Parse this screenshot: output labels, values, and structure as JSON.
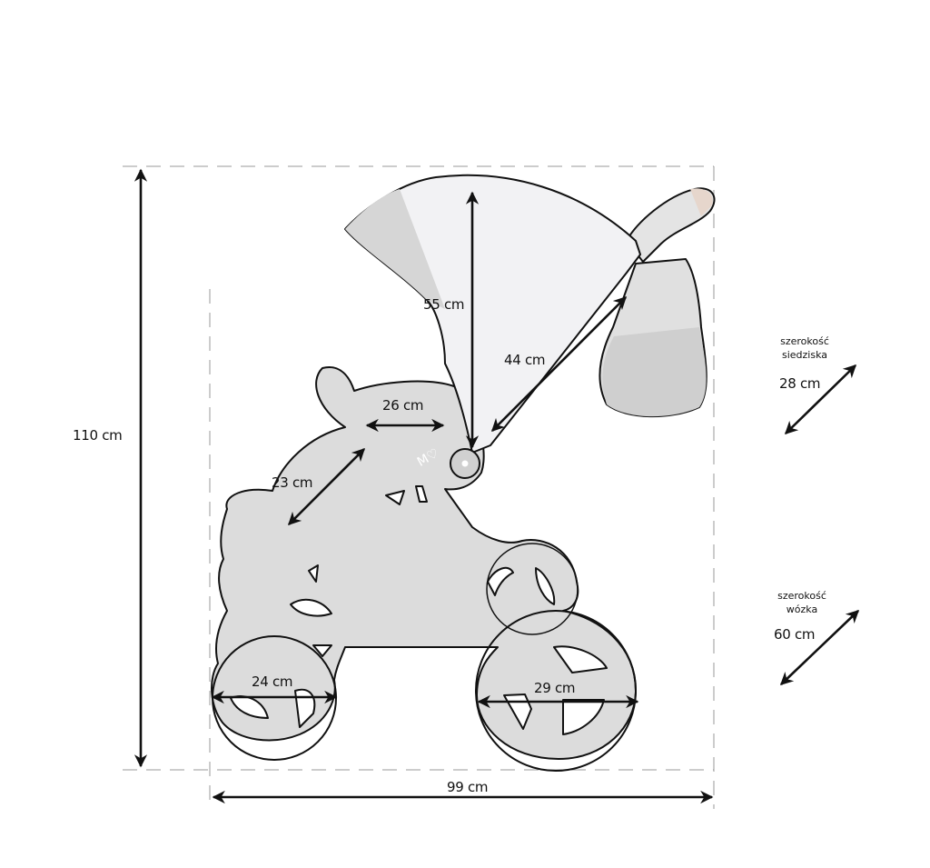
{
  "diagram": {
    "subject": "stroller-dimensions",
    "colors": {
      "background": "#ffffff",
      "body_fill": "#d9d9d9",
      "canopy_fill": "#ececec",
      "canopy_light": "#f6f6f8",
      "outline": "#111111",
      "dash_line": "#9a9a9a",
      "arrow": "#111111",
      "handle_tint": "#e6d6cc"
    },
    "dimensions": {
      "total_height": "110 cm",
      "total_length": "99 cm",
      "canopy_height": "55 cm",
      "backrest_length": "44 cm",
      "seat_depth": "26 cm",
      "footrest_length": "23 cm",
      "front_wheel": "24 cm",
      "rear_wheel": "29 cm"
    },
    "side_notes": [
      {
        "title_line1": "szerokość",
        "title_line2": "siedziska",
        "value": "28 cm"
      },
      {
        "title_line1": "szerokość",
        "title_line2": "wózka",
        "value": "60 cm"
      }
    ],
    "logo_text": "M♡"
  }
}
